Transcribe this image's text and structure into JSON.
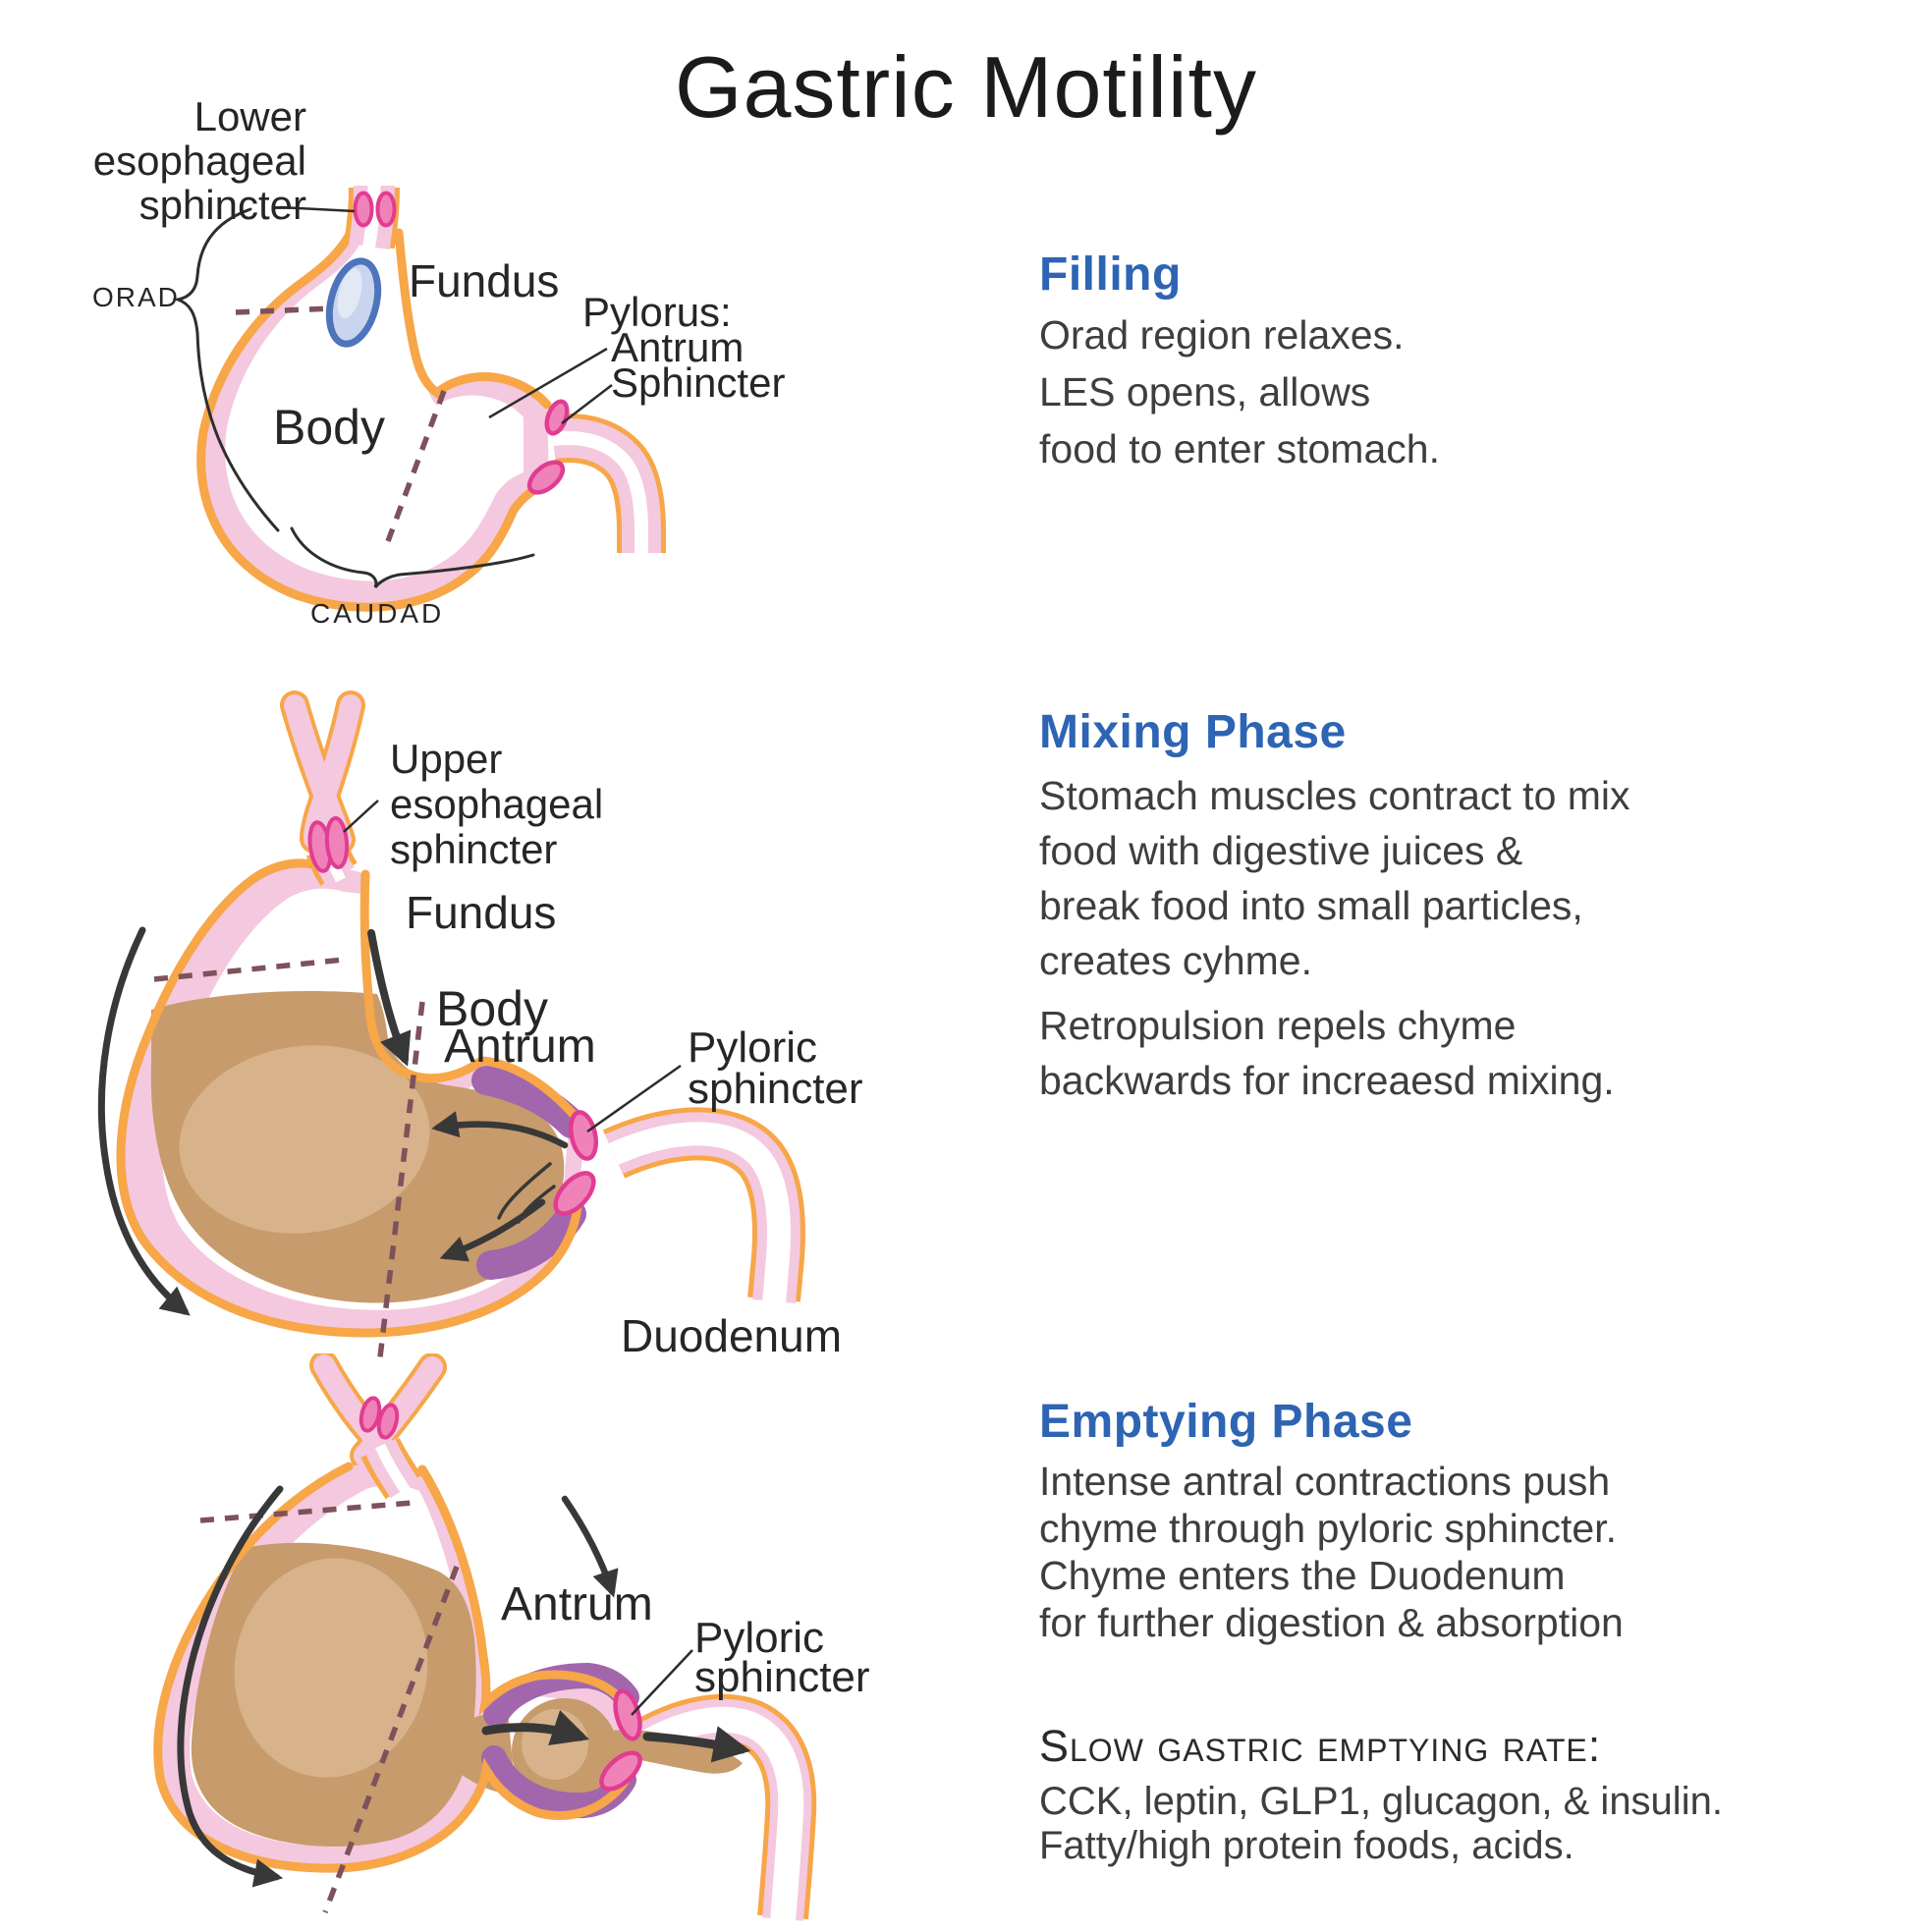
{
  "title": "Gastric Motility",
  "colors": {
    "heading_blue": "#2d64b3",
    "outline_orange": "#F7A648",
    "wall_pink": "#F4C8DE",
    "sphincter_pink": "#EF83B9",
    "sphincter_stroke": "#E23C92",
    "chyme_brown": "#C79B6C",
    "chyme_light": "#D7B28B",
    "antrum_purple": "#A266AC",
    "bolus_blue": "#4E74BC",
    "dash_mauve": "#7D525B",
    "arrow_dark": "#383838",
    "text_dark": "#3e3e3e"
  },
  "sections": {
    "filling": {
      "heading": "Filling",
      "lines": [
        "Orad region relaxes.",
        "LES opens, allows",
        "food to enter stomach."
      ]
    },
    "mixing": {
      "heading": "Mixing Phase",
      "para1": [
        "Stomach muscles contract to mix",
        "food with digestive juices &",
        "break food into small particles,",
        "creates cyhme."
      ],
      "para2": [
        "Retropulsion repels chyme",
        "backwards for increaesd mixing."
      ]
    },
    "emptying": {
      "heading": "Emptying Phase",
      "lines": [
        "Intense antral contractions push",
        "chyme through pyloric sphincter.",
        "Chyme enters the Duodenum",
        "for further digestion & absorption"
      ]
    },
    "slow_emptying": {
      "heading": "Slow gastric emptying rate:",
      "lines": [
        "CCK, leptin, GLP1, glucagon, & insulin.",
        "Fatty/high protein foods, acids."
      ]
    }
  },
  "diagram_filling": {
    "labels": {
      "les1": "Lower",
      "les2": "esophageal",
      "les3": "sphincter",
      "orad": "ORAD",
      "fundus": "Fundus",
      "pylorus": "Pylorus:",
      "antrum": "Antrum",
      "sphincter": "Sphincter",
      "body": "Body",
      "caudad": "CAUDAD"
    }
  },
  "diagram_mixing": {
    "labels": {
      "ues1": "Upper",
      "ues2": "esophageal",
      "ues3": "sphincter",
      "fundus": "Fundus",
      "body": "Body",
      "antrum": "Antrum",
      "pyloric1": "Pyloric",
      "pyloric2": "sphincter",
      "duodenum": "Duodenum"
    }
  },
  "diagram_emptying": {
    "labels": {
      "antrum": "Antrum",
      "pyloric1": "Pyloric",
      "pyloric2": "sphincter"
    }
  }
}
